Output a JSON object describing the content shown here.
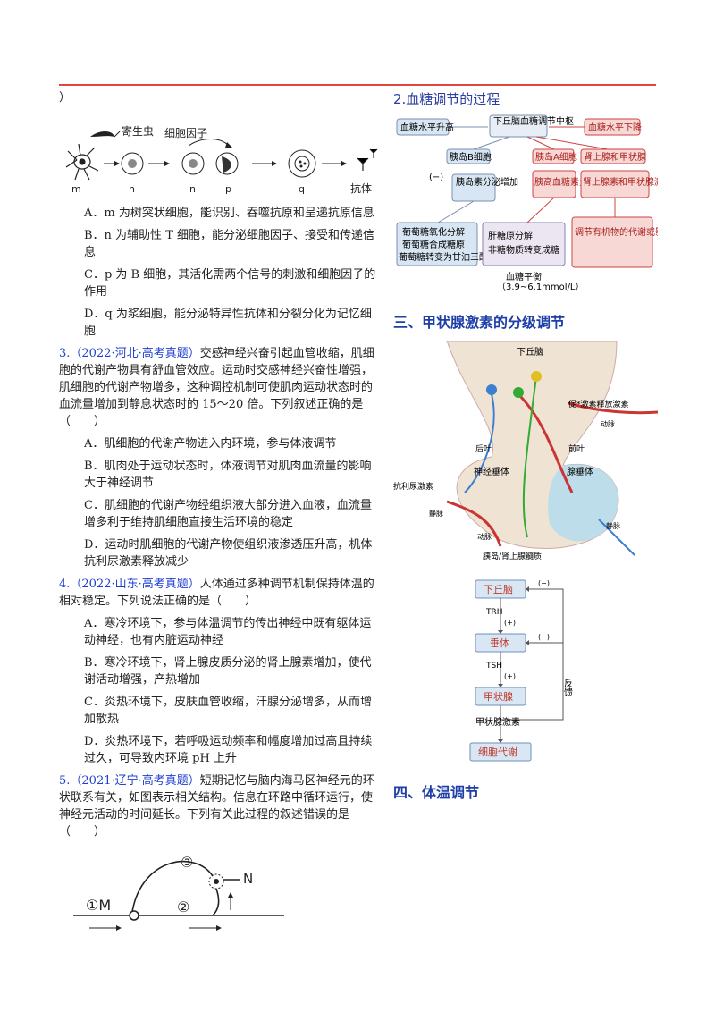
{
  "left": {
    "paren": "）",
    "fig1": {
      "labels": [
        "寄生虫",
        "细胞因子",
        "抗体"
      ],
      "cells": [
        "m",
        "n",
        "n",
        "p",
        "q"
      ]
    },
    "opts2": [
      "A．m 为树突状细胞，能识别、吞噬抗原和呈递抗原信息",
      "B．n 为辅助性 T 细胞，能分泌细胞因子、接受和传递信息",
      "C．p 为 B 细胞，其活化需两个信号的刺激和细胞因子的作用",
      "D．q 为浆细胞，能分泌特异性抗体和分裂分化为记忆细胞"
    ],
    "q3": {
      "head": "3.（2022·河北·高考真题）",
      "body": "交感神经兴奋引起血管收缩，肌细胞的代谢产物具有舒血管效应。运动时交感神经兴奋性增强，肌细胞的代谢产物增多，这种调控机制可使肌肉运动状态时的血流量增加到静息状态时的 15～20 倍。下列叙述正确的是（　　）"
    },
    "opts3": [
      "A．肌细胞的代谢产物进入内环境，参与体液调节",
      "B．肌肉处于运动状态时，体液调节对肌肉血流量的影响大于神经调节",
      "C．肌细胞的代谢产物经组织液大部分进入血液，血流量增多利于维持肌细胞直接生活环境的稳定",
      "D．运动时肌细胞的代谢产物使组织液渗透压升高，机体抗利尿激素释放减少"
    ],
    "q4": {
      "head": "4.（2022·山东·高考真题）",
      "body": "人体通过多种调节机制保持体温的相对稳定。下列说法正确的是（　　）"
    },
    "opts4": [
      "A．寒冷环境下，参与体温调节的传出神经中既有躯体运动神经，也有内脏运动神经",
      "B．寒冷环境下，肾上腺皮质分泌的肾上腺素增加，使代谢活动增强，产热增加",
      "C．炎热环境下，皮肤血管收缩，汗腺分泌增多，从而增加散热",
      "D．炎热环境下，若呼吸运动频率和幅度增加过高且持续过久，可导致内环境 pH 上升"
    ],
    "q5": {
      "head": "5.（2021·辽宁·高考真题）",
      "body": "短期记忆与脑内海马区神经元的环状联系有关，如图表示相关结构。信息在环路中循环运行，使神经元活动的时间延长。下列有关此过程的叙述错误的是（　　）"
    },
    "fig5": {
      "labels": [
        "①M",
        "②",
        "③",
        "N"
      ]
    }
  },
  "right": {
    "t2": "2.血糖调节的过程",
    "glucose": {
      "top": [
        "血糖水平升高",
        "下丘脑血糖调节中枢",
        "血糖水平下降"
      ],
      "mid": [
        "胰岛B细胞",
        "胰岛A细胞",
        "肾上腺和甲状腺"
      ],
      "secr": [
        "胰岛素分泌增加",
        "胰高血糖素分泌增加",
        "肾上腺素和甲状腺激素等分泌增加"
      ],
      "minus": "(−)",
      "box1": [
        "葡萄糖氧化分解",
        "葡萄糖合成糖原",
        "葡萄糖转变为甘油三酯"
      ],
      "box2": [
        "肝糖原分解",
        "非糖物质转变成糖"
      ],
      "box3": "调节有机物的代谢或影响胰岛素的分泌和作用，直接或间接地提高血糖浓度",
      "norm": "血糖平衡",
      "range": "（3.9~6.1mmol/L）"
    },
    "sec3": "三、甲状腺激素的分级调节",
    "pit": {
      "labels": [
        "下丘脑",
        "促*激素释放激素",
        "动脉",
        "后叶",
        "前叶",
        "神经垂体",
        "腺垂体",
        "抗利尿激素",
        "静脉",
        "动脉",
        "静脉",
        "胰岛/肾上腺髓质"
      ]
    },
    "flow": {
      "nodes": [
        "下丘脑",
        "垂体",
        "甲状腺",
        "细胞代谢"
      ],
      "arrows": [
        "TRH",
        "(+)",
        "TSH",
        "(+)",
        "甲状腺激素"
      ],
      "neg1": "(−)",
      "neg2": "(−)",
      "fb": "反馈"
    },
    "sec4": "四、体温调节"
  },
  "colors": {
    "accent": "#e0463d",
    "blue": "#1f3fd0",
    "flowbox": "#d9e7f4"
  }
}
